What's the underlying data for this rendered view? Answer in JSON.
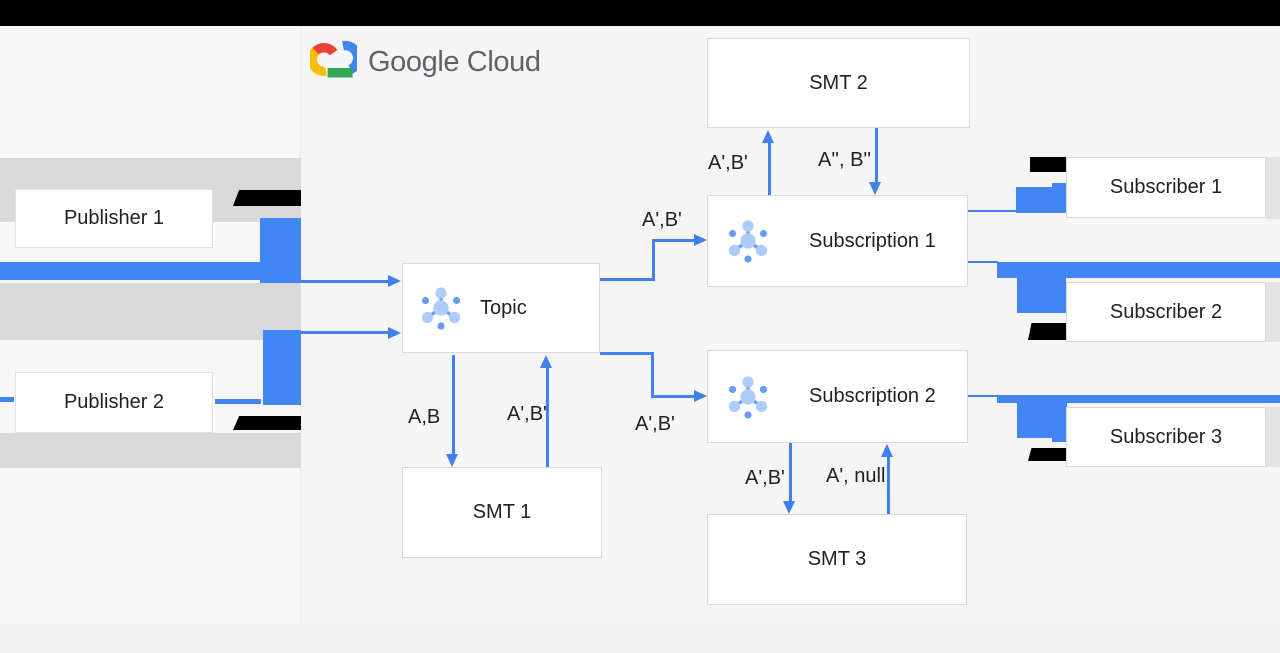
{
  "brand": {
    "name": "Google Cloud"
  },
  "publishers": {
    "p1": "Publisher 1",
    "p2": "Publisher 2"
  },
  "nodes": {
    "smt2": "SMT 2",
    "topic": "Topic",
    "sub1": "Subscription 1",
    "sub2": "Subscription 2",
    "smt1": "SMT 1",
    "smt3": "SMT 3",
    "subscriber1": "Subscriber 1",
    "subscriber2": "Subscriber 2",
    "subscriber3": "Subscriber 3"
  },
  "edge_labels": {
    "topic_to_sub1": "A',B'",
    "topic_to_sub2": "A',B'",
    "topic_to_smt1": "A,B",
    "smt1_to_topic": "A',B'",
    "sub1_to_smt2": "A',B'",
    "smt2_to_sub1": "A'', B''",
    "sub2_to_smt3": "A',B'",
    "smt3_to_sub2": "A', null"
  },
  "colors": {
    "arrow_blue": "#4080ef",
    "artifact_blue": "#4285f4",
    "icon_light_blue": "#aecbfa",
    "icon_accent_blue": "#669df6",
    "logo_text_gray": "#5f6368",
    "band_gray": "#d9d9d9",
    "top_bar_black": "#000000"
  }
}
